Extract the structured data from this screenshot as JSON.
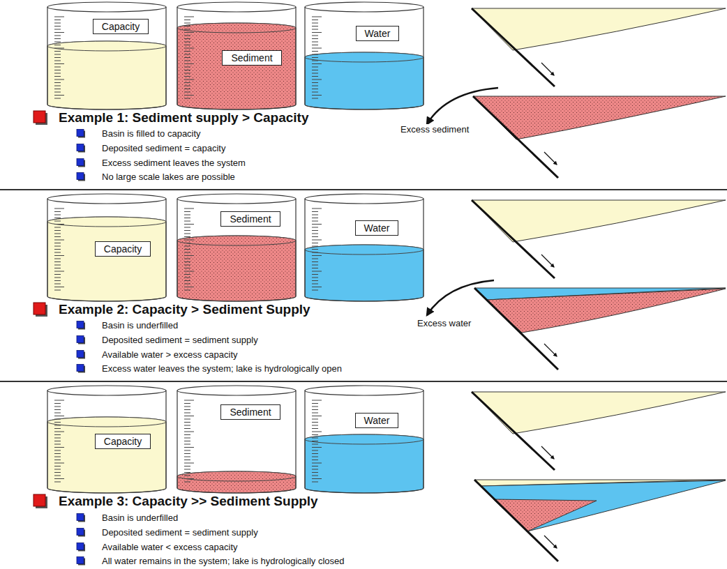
{
  "diagram": {
    "nodes": [
      {
        "text": [
          "Capacity"
        ]
      },
      {
        "text": [
          "Sediment"
        ]
      },
      {
        "text": [
          "Water"
        ]
      },
      {
        "text": [
          "Capacity"
        ]
      },
      {
        "text": [
          "Sediment"
        ]
      },
      {
        "text": [
          "Water"
        ]
      },
      {
        "text": [
          "Capacity"
        ]
      },
      {
        "text": [
          "Sediment"
        ]
      },
      {
        "text": [
          "Water"
        ]
      }
    ],
    "labels": [
      "Example 1: Sediment supply > Capacity",
      "Basin is filled to capacity",
      "Deposited sediment = capacity",
      "Excess sediment leaves the system",
      "No large scale lakes are possible",
      "Excess sediment",
      "Example 2: Capacity > Sediment Supply",
      "Basin is underfilled",
      "Deposited sediment = sediment supply",
      "Available water > excess capacity",
      "Excess water leaves the system; lake is hydrologically open",
      "Excess water",
      "Example 3: Capacity >> Sediment Supply",
      "Basin is underfilled",
      "Deposited sediment = sediment supply",
      "Available water < excess capacity",
      "All water remains in the system; lake is hydrologically closed"
    ]
  }
}
